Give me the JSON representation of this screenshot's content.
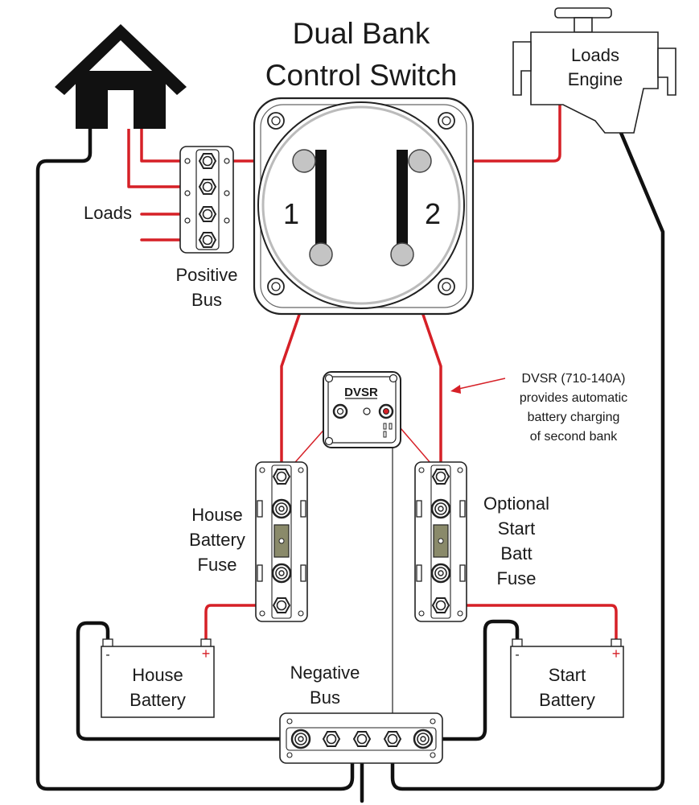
{
  "title": {
    "line1": "Dual Bank",
    "line2": "Control Switch"
  },
  "engine": {
    "line1": "Loads",
    "line2": "Engine"
  },
  "switch": {
    "pos1": "1",
    "pos2": "2"
  },
  "positive_bus": {
    "loads_label": "Loads",
    "line1": "Positive",
    "line2": "Bus"
  },
  "dvsr": {
    "badge": "DVSR",
    "note_line1": "DVSR (710-140A)",
    "note_line2": "provides automatic",
    "note_line3": "battery charging",
    "note_line4": "of second bank"
  },
  "house_fuse": {
    "line1": "House",
    "line2": "Battery",
    "line3": "Fuse"
  },
  "start_fuse": {
    "line1": "Optional",
    "line2": "Start",
    "line3": "Batt",
    "line4": "Fuse"
  },
  "house_battery": {
    "line1": "House",
    "line2": "Battery",
    "neg": "-",
    "pos": "+"
  },
  "start_battery": {
    "line1": "Start",
    "line2": "Battery",
    "neg": "-",
    "pos": "+"
  },
  "negative_bus": {
    "line1": "Negative",
    "line2": "Bus"
  },
  "colors": {
    "positive_wire": "#d62027",
    "negative_wire": "#111111",
    "post_grey": "#c4c4c4",
    "fuse_link": "#8a8a6a"
  },
  "icons": [
    "house-icon",
    "engine-icon"
  ]
}
